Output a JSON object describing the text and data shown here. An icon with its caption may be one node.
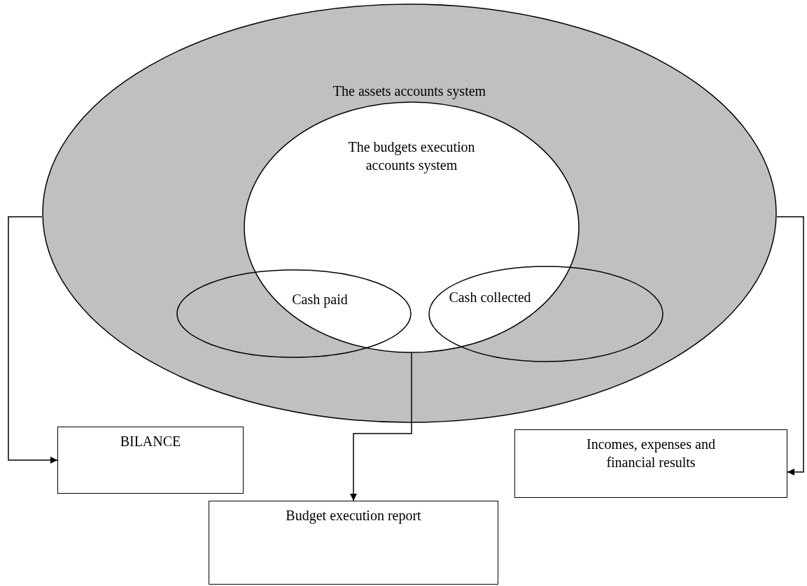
{
  "diagram": {
    "nodes": [
      {
        "text": [
          "The assets accounts system"
        ]
      },
      {
        "text": [
          "The budgets execution accounts system"
        ],
        "in": 0
      },
      {
        "text": [
          "Cash paid"
        ],
        "in": 0
      },
      {
        "text": [
          "Cash collected"
        ],
        "in": 0
      },
      {
        "text": [
          "BILANCE"
        ]
      },
      {
        "text": [
          "Budget execution report"
        ]
      },
      {
        "text": [
          "Incomes, expenses and financial results"
        ]
      }
    ],
    "edges": [
      {
        "from": 0,
        "to": 4,
        "arrow": "to"
      },
      {
        "from": 1,
        "to": 5,
        "arrow": "to"
      },
      {
        "from": 0,
        "to": 6,
        "arrow": "to"
      }
    ]
  }
}
